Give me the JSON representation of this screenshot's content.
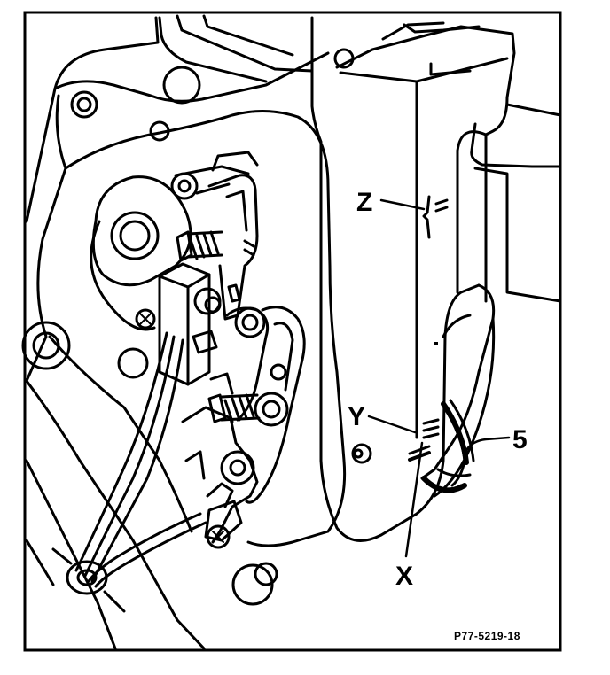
{
  "callouts": {
    "z": "Z",
    "y": "Y",
    "x": "X",
    "five": "5"
  },
  "figure_code": "P77-5219-18",
  "colors": {
    "ink": "#000000",
    "paper": "#ffffff"
  }
}
